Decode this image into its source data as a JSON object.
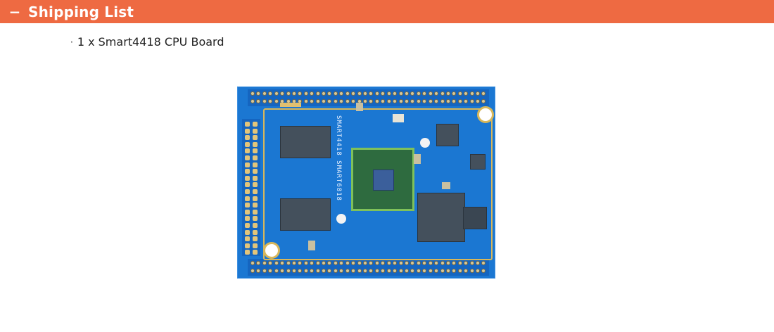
{
  "section": {
    "toggle_symbol": "−",
    "title": "Shipping List"
  },
  "items": [
    {
      "bullet": "·",
      "text": "1 x Smart4418 CPU Board"
    }
  ],
  "image": {
    "alt": "Smart4418 CPU Board",
    "silkscreen": "SMART4418 SMART6818"
  },
  "colors": {
    "header_bg": "#ee6a42",
    "header_text": "#ffffff",
    "pcb_blue": "#1b77d2"
  }
}
